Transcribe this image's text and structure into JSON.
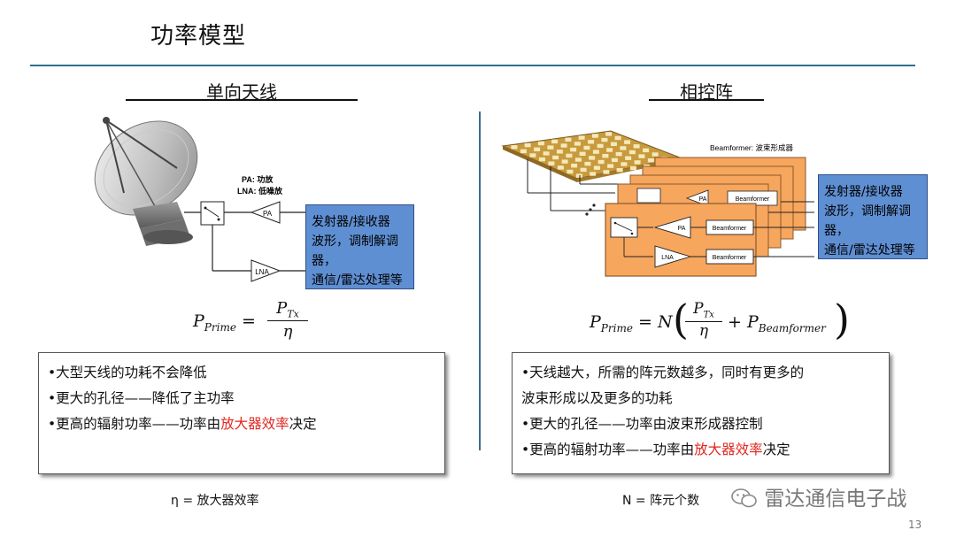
{
  "slide_title": "功率模型",
  "left": {
    "heading": "单向天线",
    "legend_pa": "PA: 功放",
    "legend_lna": "LNA: 低噪放",
    "block_pa": "PA",
    "block_lna": "LNA",
    "box_lines": [
      "发射器/接收器",
      "波形，调制解调器，",
      "通信/雷达处理等"
    ],
    "formula": {
      "lhs_var": "P",
      "lhs_sub": "Prime",
      "num_var": "P",
      "num_sub": "Tx",
      "den": "η"
    },
    "bullets": [
      {
        "text": "•大型天线的功耗不会降低"
      },
      {
        "text": "•更大的孔径——降低了主功率"
      },
      {
        "pre": "•更高的辐射功率——功率由",
        "hl": "放大器效率",
        "post": "决定"
      }
    ],
    "footer": "η = 放大器效率"
  },
  "right": {
    "heading": "相控阵",
    "beamformer_caption": "Beamformer: 波束形成器",
    "block_pa": "PA",
    "block_lna": "LNA",
    "block_beamformer": "Beamformer",
    "box_lines": [
      "发射器/接收器",
      "波形，调制解调器，",
      "通信/雷达处理等"
    ],
    "formula": {
      "lhs_var": "P",
      "lhs_sub": "Prime",
      "eq": "=",
      "n": "N",
      "num_var": "P",
      "num_sub": "Tx",
      "den": "η",
      "plus": "+",
      "pb_var": "P",
      "pb_sub": "Beamformer"
    },
    "bullets": [
      {
        "text": "•天线越大，所需的阵元数越多，同时有更多的"
      },
      {
        "text": "波束形成以及更多的功耗"
      },
      {
        "text": "•更大的孔径——功率由波束形成器控制"
      },
      {
        "pre": "•更高的辐射功率——功率由",
        "hl": "放大器效率",
        "post": "决定"
      }
    ],
    "footer": "N = 阵元个数"
  },
  "watermark": "雷达通信电子战",
  "page_number": "13",
  "colors": {
    "accent_rule": "#2f6f8f",
    "blue_box": "#5f8fd3",
    "orange_block": "#f7a65e",
    "highlight": "#e0261e",
    "array_gold": "#d9a548"
  },
  "icons": {
    "dish": "satellite-dish-icon",
    "array": "phased-array-panel-icon",
    "watermark": "wechat-icon"
  }
}
